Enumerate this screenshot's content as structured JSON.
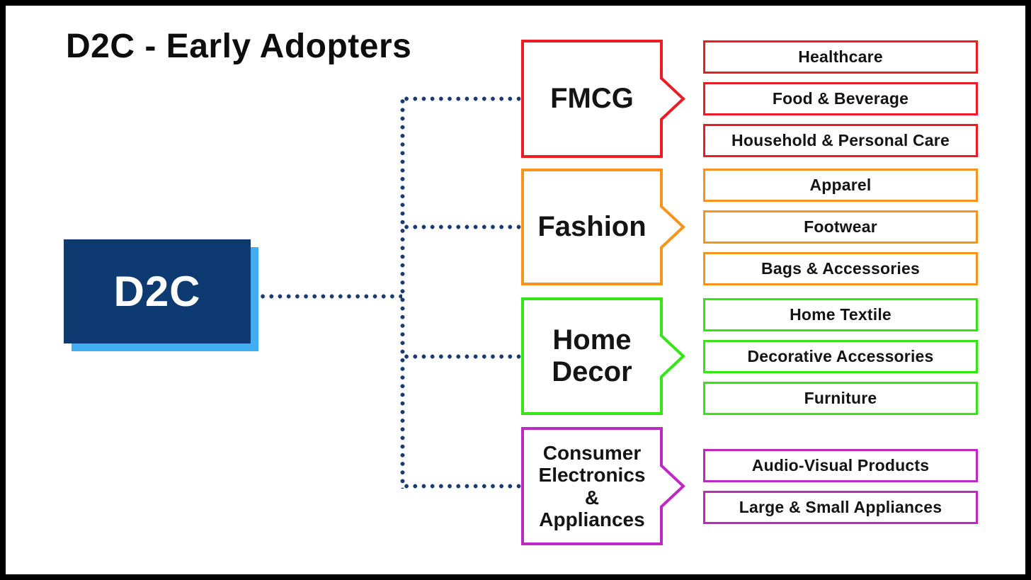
{
  "title": "D2C - Early Adopters",
  "root": {
    "label": "D2C"
  },
  "colors": {
    "navy_connector": "#1B3A70",
    "root_fill": "#0D3A70",
    "root_shadow": "#41AEF4",
    "root_text": "#FFFFFF",
    "text": "#141414"
  },
  "categories": [
    {
      "id": "fmcg",
      "label": "FMCG",
      "label_lines": [
        "FMCG"
      ],
      "color": "#EC1C24",
      "items": [
        "Healthcare",
        "Food & Beverage",
        "Household & Personal Care"
      ]
    },
    {
      "id": "fashion",
      "label": "Fashion",
      "label_lines": [
        "Fashion"
      ],
      "color": "#F7941D",
      "items": [
        "Apparel",
        "Footwear",
        "Bags & Accessories"
      ]
    },
    {
      "id": "home-decor",
      "label": "Home Decor",
      "label_lines": [
        "Home",
        "Decor"
      ],
      "color": "#35E515",
      "items": [
        "Home Textile",
        "Decorative Accessories",
        "Furniture"
      ]
    },
    {
      "id": "consumer-electronics-appliances",
      "label": "Consumer Electronics & Appliances",
      "label_lines": [
        "Consumer",
        "Electronics",
        "&",
        "Appliances"
      ],
      "color": "#BE29C4",
      "items": [
        "Audio-Visual Products",
        "Large & Small Appliances"
      ]
    }
  ]
}
